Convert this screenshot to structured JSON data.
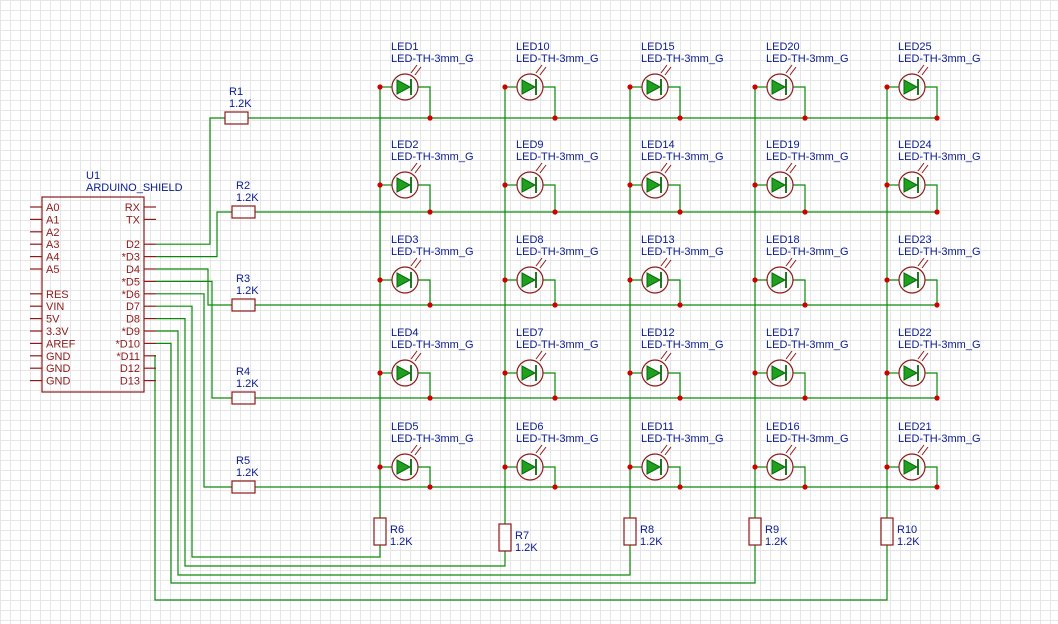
{
  "arduino": {
    "designator": "U1",
    "value": "ARDUINO_SHIELD",
    "left_pins": [
      "A0",
      "A1",
      "A2",
      "A3",
      "A4",
      "A5",
      "",
      "RES",
      "VIN",
      "5V",
      "3.3V",
      "AREF",
      "GND",
      "GND",
      "GND"
    ],
    "right_pins": [
      "RX",
      "TX",
      "",
      "D2",
      "*D3",
      "D4",
      "*D5",
      "*D6",
      "D7",
      "D8",
      "*D9",
      "*D10",
      "*D11",
      "D12",
      "D13"
    ]
  },
  "row_resistors": [
    {
      "name": "R1",
      "value": "1.2K"
    },
    {
      "name": "R2",
      "value": "1.2K"
    },
    {
      "name": "R3",
      "value": "1.2K"
    },
    {
      "name": "R4",
      "value": "1.2K"
    },
    {
      "name": "R5",
      "value": "1.2K"
    }
  ],
  "column_resistors": [
    {
      "name": "R6",
      "value": "1.2K"
    },
    {
      "name": "R7",
      "value": "1.2K"
    },
    {
      "name": "R8",
      "value": "1.2K"
    },
    {
      "name": "R9",
      "value": "1.2K"
    },
    {
      "name": "R10",
      "value": "1.2K"
    }
  ],
  "led_value": "LED-TH-3mm_G",
  "led_grid": [
    [
      "LED1",
      "LED10",
      "LED15",
      "LED20",
      "LED25"
    ],
    [
      "LED2",
      "LED9",
      "LED14",
      "LED19",
      "LED24"
    ],
    [
      "LED3",
      "LED8",
      "LED13",
      "LED18",
      "LED23"
    ],
    [
      "LED4",
      "LED7",
      "LED12",
      "LED17",
      "LED22"
    ],
    [
      "LED5",
      "LED6",
      "LED11",
      "LED16",
      "LED21"
    ]
  ],
  "colors": {
    "wire": "#0a8a0a",
    "symbol": "#8c1a1a",
    "label": "#0b1b8c",
    "junction": "#d00000",
    "led_fill": "#1fa01f"
  }
}
